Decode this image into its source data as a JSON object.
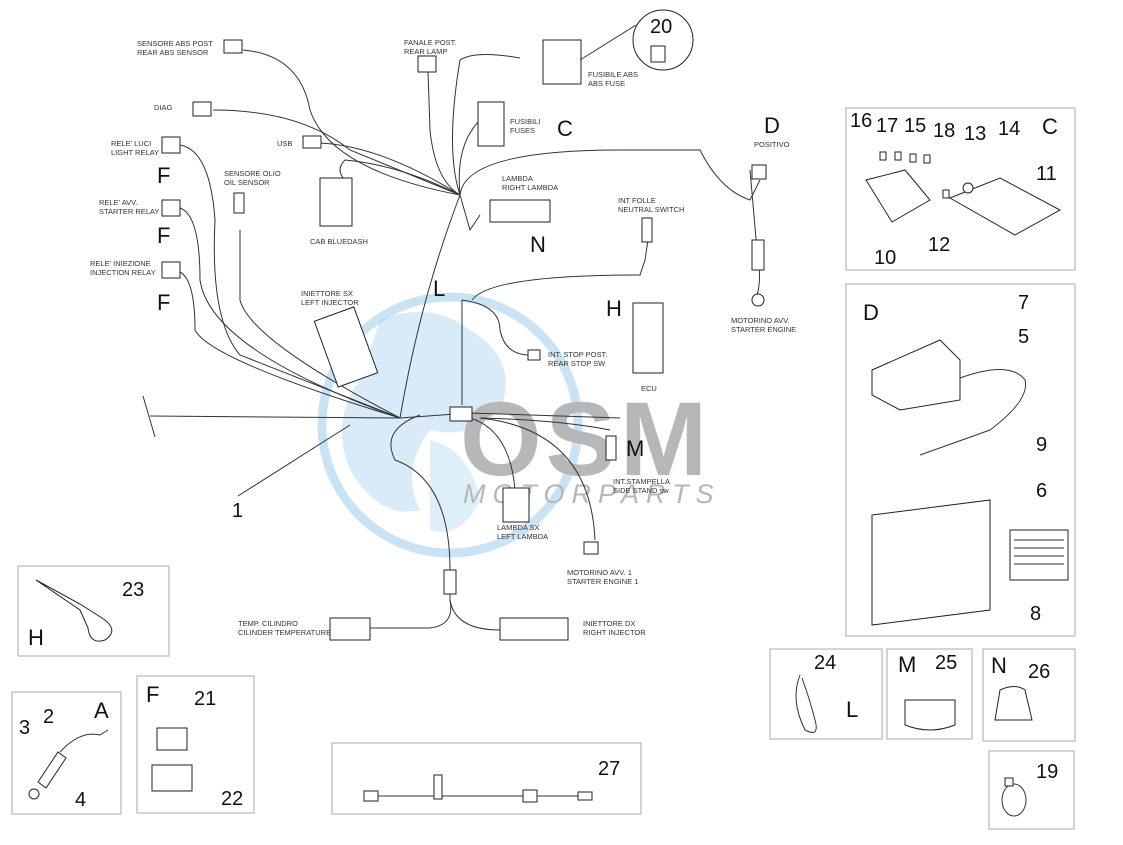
{
  "watermark": {
    "word": "OSM",
    "sub": "MOTORPARTS",
    "color": "#7a7d80",
    "globe_color": "#3a9ad9"
  },
  "labels": {
    "rear_abs_sensor": [
      "SENSORE ABS POST",
      "REAR ABS SENSOR"
    ],
    "diag": "DIAG",
    "rear_lamp": [
      "FANALE POST.",
      "REAR LAMP"
    ],
    "abs_fuse": [
      "FUSIBILE ABS",
      "ABS FUSE"
    ],
    "fuses": [
      "FUSIBILI",
      "FUSES"
    ],
    "usb": "USB",
    "light_relay": [
      "RELE' LUCI",
      "LIGHT RELAY"
    ],
    "oil_sensor": [
      "SENSORE OLIO",
      "OIL SENSOR"
    ],
    "bluedash": "CAB BLUEDASH",
    "right_lambda": [
      "LAMBDA",
      "RIGHT LAMBDA"
    ],
    "starter_relay": [
      "RELE' AVV.",
      "STARTER RELAY"
    ],
    "neutral_switch": [
      "INT FOLLE",
      "NEUTRAL SWITCH"
    ],
    "positive": "POSITIVO",
    "injection_relay": [
      "RELE' INIEZIONE",
      "INJECTION RELAY"
    ],
    "left_injector": [
      "INIETTORE SX",
      "LEFT INJECTOR"
    ],
    "starter_engine": [
      "MOTORINO AVV.",
      "STARTER ENGINE"
    ],
    "rear_stop_sw": [
      "INT. STOP POST.",
      "REAR STOP SW"
    ],
    "ecu": "ECU",
    "side_stand_sw": [
      "INT.STAMPELLA",
      "SIDE STAND sw"
    ],
    "left_lambda": [
      "LAMBDA  SX",
      "LEFT LAMBDA"
    ],
    "starter_engine_1": [
      "MOTORINO AVV. 1",
      "STARTER ENGINE 1"
    ],
    "cyl_temp": [
      "TEMP. CILINDRO",
      "CILINDER TEMPERATURE"
    ],
    "right_injector": [
      "INIETTORE DX",
      "RIGHT INJECTOR"
    ]
  },
  "letters": {
    "C": "C",
    "D": "D",
    "F": "F",
    "N": "N",
    "L": "L",
    "H": "H",
    "M": "M",
    "A": "A"
  },
  "callouts": {
    "n1": "1",
    "n2": "2",
    "n3": "3",
    "n4": "4",
    "n5": "5",
    "n6": "6",
    "n7": "7",
    "n8": "8",
    "n9": "9",
    "n10": "10",
    "n11": "11",
    "n12": "12",
    "n13": "13",
    "n14": "14",
    "n15": "15",
    "n16": "16",
    "n17": "17",
    "n18": "18",
    "n19": "19",
    "n20": "20",
    "n21": "21",
    "n22": "22",
    "n23": "23",
    "n24": "24",
    "n25": "25",
    "n26": "26",
    "n27": "27"
  }
}
